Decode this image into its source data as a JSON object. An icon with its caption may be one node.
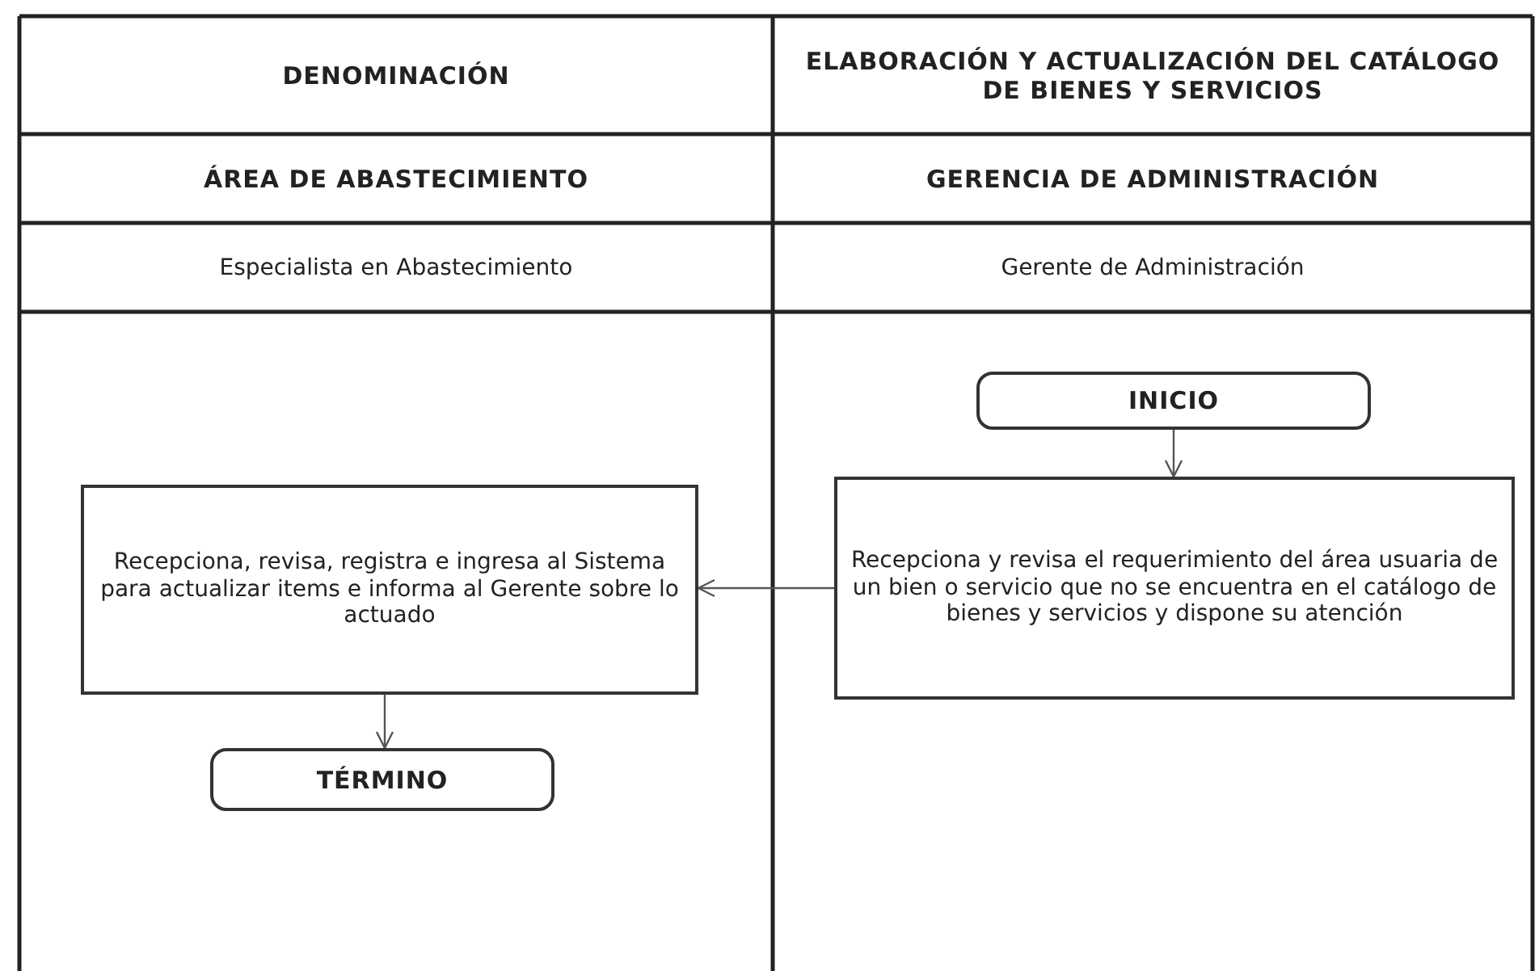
{
  "diagram": {
    "nodes": [
      {
        "text": [
          "INICIO"
        ]
      },
      {
        "text": [
          "Recepciona y revisa el requerimiento del área usuaria de un bien o servicio que no se encuentra en el catálogo de bienes y servicios y dispone su atención"
        ]
      },
      {
        "text": [
          "Recepciona, revisa, registra e ingresa al Sistema para actualizar items e informa al Gerente sobre lo actuado"
        ]
      },
      {
        "text": [
          "TÉRMINO"
        ]
      }
    ],
    "edges": [
      {
        "from": 0,
        "to": 1,
        "arrow": "to"
      },
      {
        "from": 1,
        "to": 2,
        "arrow": "to"
      },
      {
        "from": 2,
        "to": 3,
        "arrow": "to"
      }
    ],
    "labels": [
      "DENOMINACIÓN",
      "ELABORACIÓN Y ACTUALIZACIÓN DEL CATÁLOGO DE BIENES Y SERVICIOS",
      "ÁREA DE ABASTECIMIENTO",
      "GERENCIA DE ADMINISTRACIÓN",
      "Especialista en Abastecimiento",
      "Gerente de Administración"
    ]
  }
}
